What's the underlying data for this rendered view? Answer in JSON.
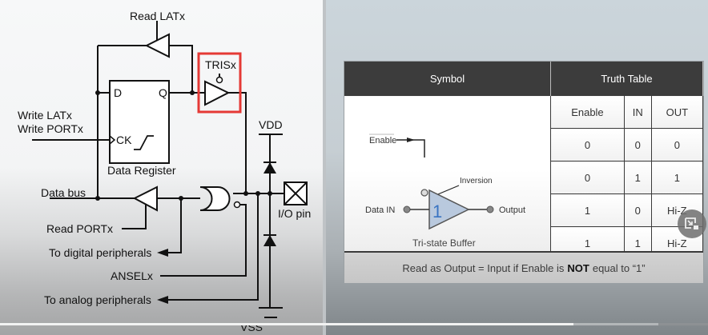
{
  "schematic": {
    "labels": {
      "read_latx": "Read LATx",
      "trisx": "TRISx",
      "d": "D",
      "q": "Q",
      "write_latx": "Write LATx",
      "write_portx": "Write PORTx",
      "ck": "CK",
      "data_register": "Data Register",
      "vdd": "VDD",
      "data_bus": "Data bus",
      "io_pin": "I/O pin",
      "read_portx": "Read PORTx",
      "to_digital": "To digital peripherals",
      "anselx": "ANSELx",
      "to_analog": "To analog peripherals",
      "vss": "VSS"
    },
    "highlight_color": "#e53935"
  },
  "truth_table": {
    "headers": {
      "symbol": "Symbol",
      "truth_table": "Truth Table"
    },
    "columns": [
      "Enable",
      "IN",
      "OUT"
    ],
    "rows": [
      [
        "0",
        "0",
        "0"
      ],
      [
        "0",
        "1",
        "1"
      ],
      [
        "1",
        "0",
        "Hi-Z"
      ],
      [
        "1",
        "1",
        "Hi-Z"
      ]
    ],
    "symbol": {
      "enable_label": "Enable",
      "inversion_label": "Inversion",
      "data_in_label": "Data IN",
      "output_label": "Output",
      "gate_number": "1",
      "caption": "Tri-state Buffer",
      "fill_color": "#b9c9de"
    },
    "note": {
      "prefix": "Read as Output = Input if Enable is",
      "emphasis": "NOT",
      "suffix": "equal to “1”"
    }
  },
  "video": {
    "played_fraction": 0.81,
    "buffered_fraction": 0.93,
    "expand_icon": "picture-in-picture-exit-icon"
  }
}
